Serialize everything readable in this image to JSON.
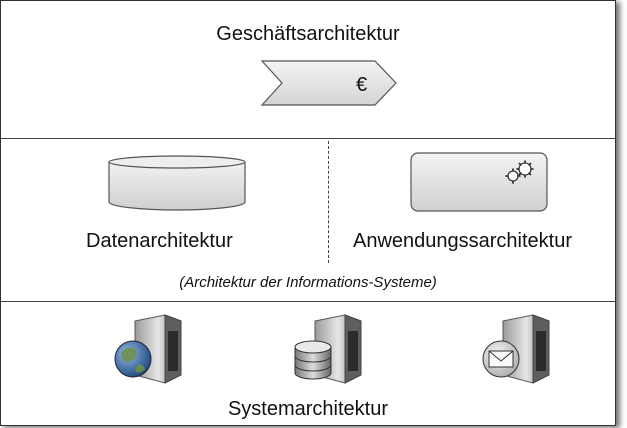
{
  "layers": {
    "business": {
      "title": "Geschäftsarchitektur",
      "icon": "value-chain-euro-icon",
      "symbol": "€"
    },
    "information": {
      "data_title": "Datenarchitektur",
      "data_icon": "database-cylinder-icon",
      "application_title": "Anwendungssarchitektur",
      "application_icon": "application-gears-icon",
      "subtitle": "(Architektur der Informations-Systeme)"
    },
    "system": {
      "title": "Systemarchitektur",
      "icons": [
        "web-server-globe-icon",
        "database-server-icon",
        "mail-server-icon"
      ]
    }
  },
  "colors": {
    "shape_fill": "#dedede",
    "line": "#444444",
    "accent_blue": "#3a5f8a"
  }
}
